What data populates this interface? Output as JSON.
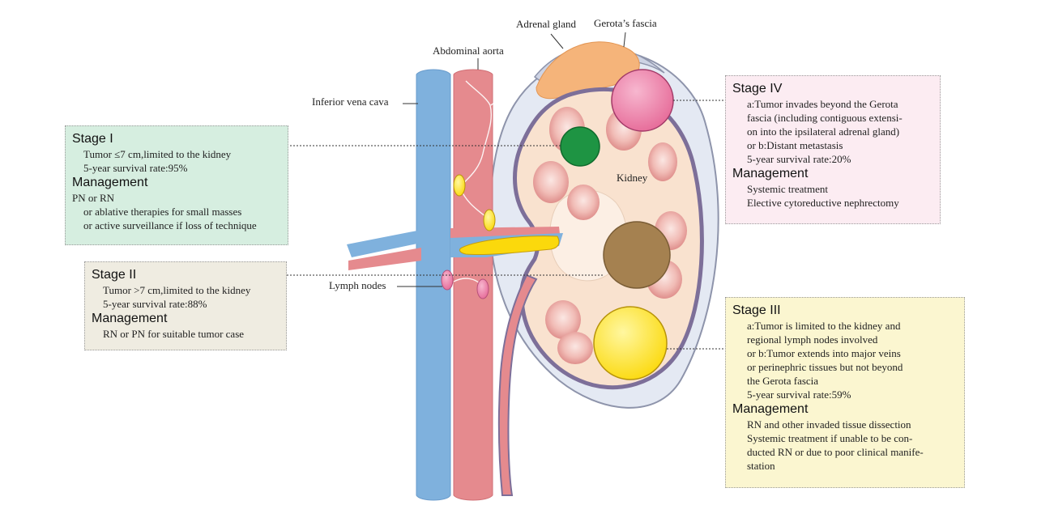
{
  "labels": {
    "adrenal_gland": "Adrenal gland",
    "gerotas_fascia": "Gerota’s fascia",
    "abdominal_aorta": "Abdominal aorta",
    "inferior_vena_cava": "Inferior vena cava",
    "kidney": "Kidney",
    "lymph_nodes": "Lymph nodes"
  },
  "stage1": {
    "title": "Stage I",
    "description": [
      "Tumor ≤7 cm,limited to the kidney",
      "5-year survival rate:95%"
    ],
    "management_title": "Management",
    "management": [
      "PN or RN",
      "or ablative therapies for small masses",
      "or active surveillance if loss of technique"
    ],
    "color": "#d6eee0"
  },
  "stage2": {
    "title": "Stage II",
    "description": [
      "Tumor >7 cm,limited to the kidney",
      "5-year survival rate:88%"
    ],
    "management_title": "Management",
    "management": [
      "RN or PN for suitable tumor case"
    ],
    "color": "#efece1"
  },
  "stage3": {
    "title": "Stage III",
    "description": [
      "a:Tumor is limited to the kidney and",
      "regional lymph nodes involved",
      "or b:Tumor extends into major veins",
      "or perinephric tissues but not beyond",
      "the Gerota fascia",
      "5-year survival rate:59%"
    ],
    "management_title": "Management",
    "management": [
      "RN and other invaded tissue dissection",
      "Systemic treatment if unable to be con-",
      "ducted RN or due to poor clinical manife-",
      "station"
    ],
    "color": "#fbf6d0"
  },
  "stage4": {
    "title": "Stage IV",
    "description": [
      "a:Tumor invades beyond the Gerota",
      "fascia (including contiguous extensi-",
      "on into the ipsilateral adrenal gland)",
      "or b:Distant metastasis",
      "5-year survival rate:20%"
    ],
    "management_title": "Management",
    "management": [
      "Systemic treatment",
      "Elective cytoreductive nephrectomy"
    ],
    "color": "#fcecf2"
  },
  "colors": {
    "vena_cava": "#7fb1dd",
    "aorta": "#e58a8e",
    "adrenal": "#f5b47a",
    "kidney_fill": "#f9e2cf",
    "fascia": "#e3e8f2",
    "tumor_stage1": "#1e9443",
    "tumor_stage2": "#a58150",
    "tumor_stage3": "#fde540",
    "tumor_stage4": "#e9709c",
    "lymph_node": "#e888b8",
    "lymph_node_yellow": "#f7d50f"
  }
}
